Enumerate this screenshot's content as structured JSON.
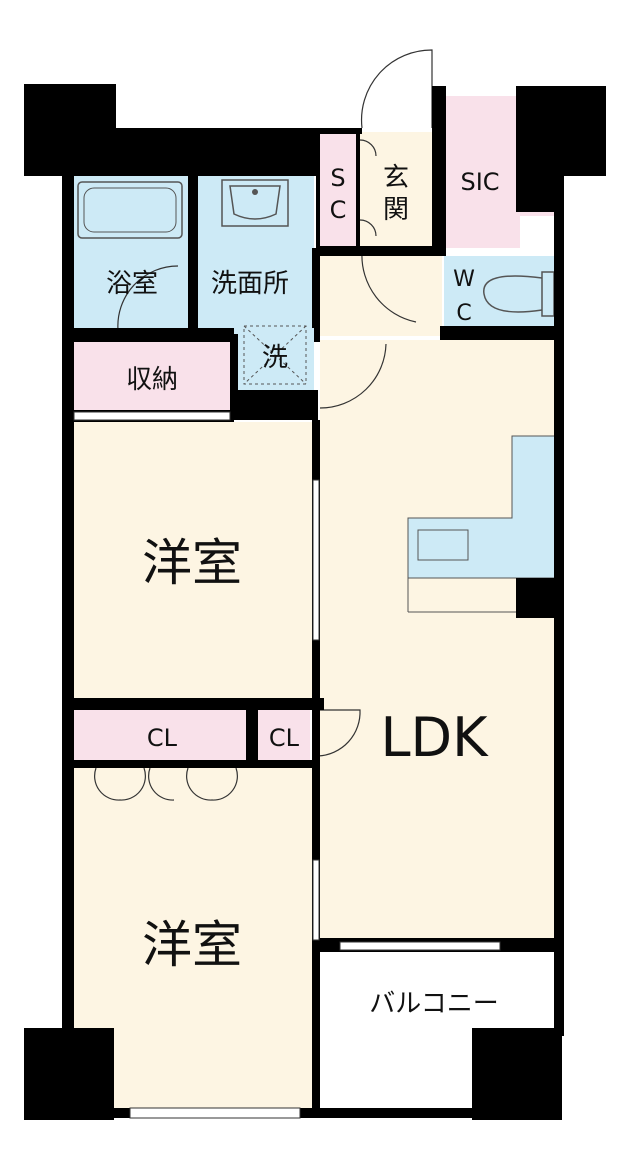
{
  "rooms": {
    "bath": "浴室",
    "washroom": "洗面所",
    "laundry": "洗",
    "storage": "収納",
    "sc_top": "S",
    "sc_bottom": "C",
    "entrance_top": "玄",
    "entrance_bottom": "関",
    "sic": "SIC",
    "wc_top": "W",
    "wc_bottom": "C",
    "western_room_upper": "洋室",
    "western_room_lower": "洋室",
    "closet_left": "CL",
    "closet_right": "CL",
    "ldk": "LDK",
    "balcony": "バルコニー"
  },
  "colors": {
    "wall": "#000000",
    "bathroom_blue": "#cdeaf6",
    "storage_pink": "#f9e1ea",
    "floor_cream": "#fdf5e3",
    "balcony_white": "#ffffff"
  }
}
